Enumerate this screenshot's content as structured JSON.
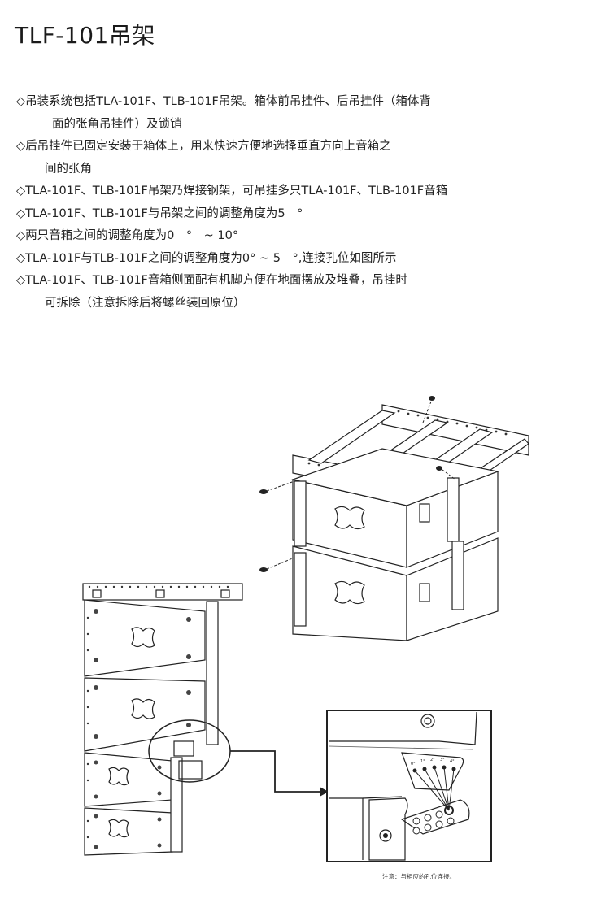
{
  "page": {
    "title": "TLF-101吊架"
  },
  "bullets": [
    {
      "lines": [
        "◇吊装系统包括TLA-101F、TLB-101F吊架。箱体前吊挂件、后吊挂件（箱体背",
        "面的张角吊挂件）及锁销"
      ]
    },
    {
      "lines": [
        "◇后吊挂件已固定安装于箱体上，用来快速方便地选择垂直方向上音箱之",
        "间的张角"
      ]
    },
    {
      "lines": [
        "◇TLA-101F、TLB-101F吊架乃焊接钢架，可吊挂多只TLA-101F、TLB-101F音箱"
      ]
    },
    {
      "lines": [
        "◇TLA-101F、TLB-101F与吊架之间的调整角度为5　°"
      ]
    },
    {
      "lines": [
        "◇两只音箱之间的调整角度为0　°　~ 10°"
      ]
    },
    {
      "lines": [
        "◇TLA-101F与TLB-101F之间的调整角度为0° ~ 5　°,连接孔位如图所示"
      ]
    },
    {
      "lines": [
        "◇TLA-101F、TLB-101F音箱侧面配有机脚方便在地面摆放及堆叠，吊挂时",
        "可拆除（注意拆除后将螺丝装回原位）"
      ]
    }
  ],
  "figure": {
    "note": "注意：与相应的孔位连接。",
    "detail_angles": [
      "0°",
      "1°",
      "2°",
      "3°",
      "4°"
    ]
  }
}
